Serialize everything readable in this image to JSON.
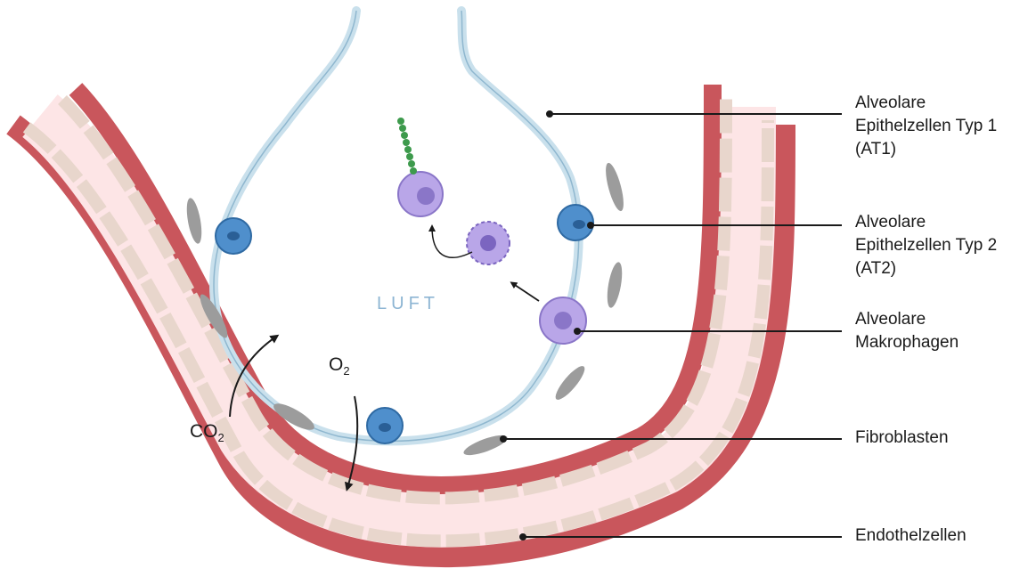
{
  "labels": {
    "at1_line1": "Alveolare",
    "at1_line2": "Epithelzellen Typ 1",
    "at1_line3": "(AT1)",
    "at2_line1": "Alveolare",
    "at2_line2": "Epithelzellen Typ 2",
    "at2_line3": "(AT2)",
    "macro_line1": "Alveolare",
    "macro_line2": "Makrophagen",
    "fibroblasts": "Fibroblasten",
    "endothelial": "Endothelzellen"
  },
  "air_label": "LUFT",
  "gases": {
    "o2_base": "O",
    "o2_sub": "2",
    "co2_base": "CO",
    "co2_sub": "2"
  },
  "colors": {
    "vessel_wall": "#c9565c",
    "vessel_lumen": "#fde5e6",
    "endothelium": "#e8d6cc",
    "epithelium": "#c9e0ec",
    "epithelium_stroke": "#8fb7cf",
    "macrophage": "#b9a6e8",
    "at2": "#4f8fcc",
    "fibroblast": "#9c9c9c",
    "bacteria": "#3d9a4c"
  },
  "icons": [
    "arrow-icon",
    "bacteria-icon"
  ]
}
